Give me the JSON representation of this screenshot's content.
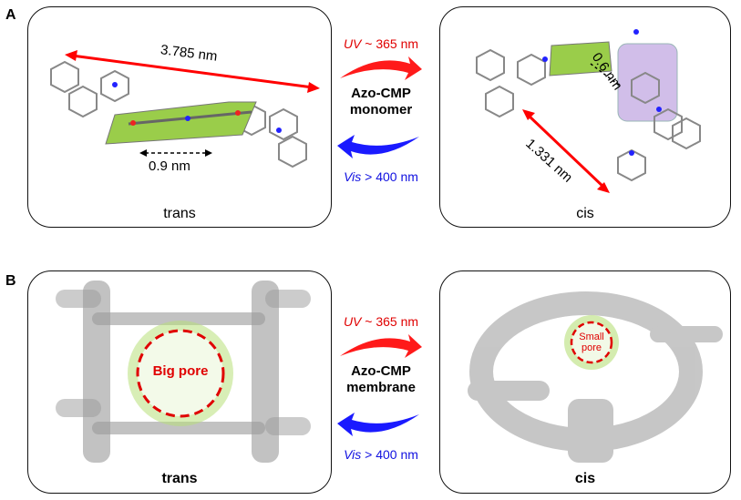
{
  "panel_a": {
    "label": "A",
    "trans": {
      "caption": "trans",
      "length_label": "3.785 nm",
      "width_label": "0.9 nm"
    },
    "cis": {
      "caption": "cis",
      "length_label": "1.331 nm",
      "width_label": "0.6 nm"
    },
    "switch": {
      "uv_prefix": "UV",
      "uv_value": " ~ 365 nm",
      "vis_prefix": "Vis",
      "vis_value": " > 400 nm",
      "name_line1": "Azo-CMP",
      "name_line2": "monomer"
    }
  },
  "panel_b": {
    "label": "B",
    "trans": {
      "caption": "trans",
      "pore_label": "Big pore"
    },
    "cis": {
      "caption": "cis",
      "pore_label_line1": "Small",
      "pore_label_line2": "pore"
    },
    "switch": {
      "uv_prefix": "UV",
      "uv_value": " ~ 365 nm",
      "vis_prefix": "Vis",
      "vis_value": " > 400 nm",
      "name_line1": "Azo-CMP",
      "name_line2": "membrane"
    }
  },
  "colors": {
    "uv_arrow": "#ff1a1a",
    "vis_arrow": "#1a1aff",
    "plane_green": "#9acd4a",
    "plane_purple": "#c9b3e6",
    "pore_ring": "#e00000",
    "glow": "#b8e07a"
  }
}
